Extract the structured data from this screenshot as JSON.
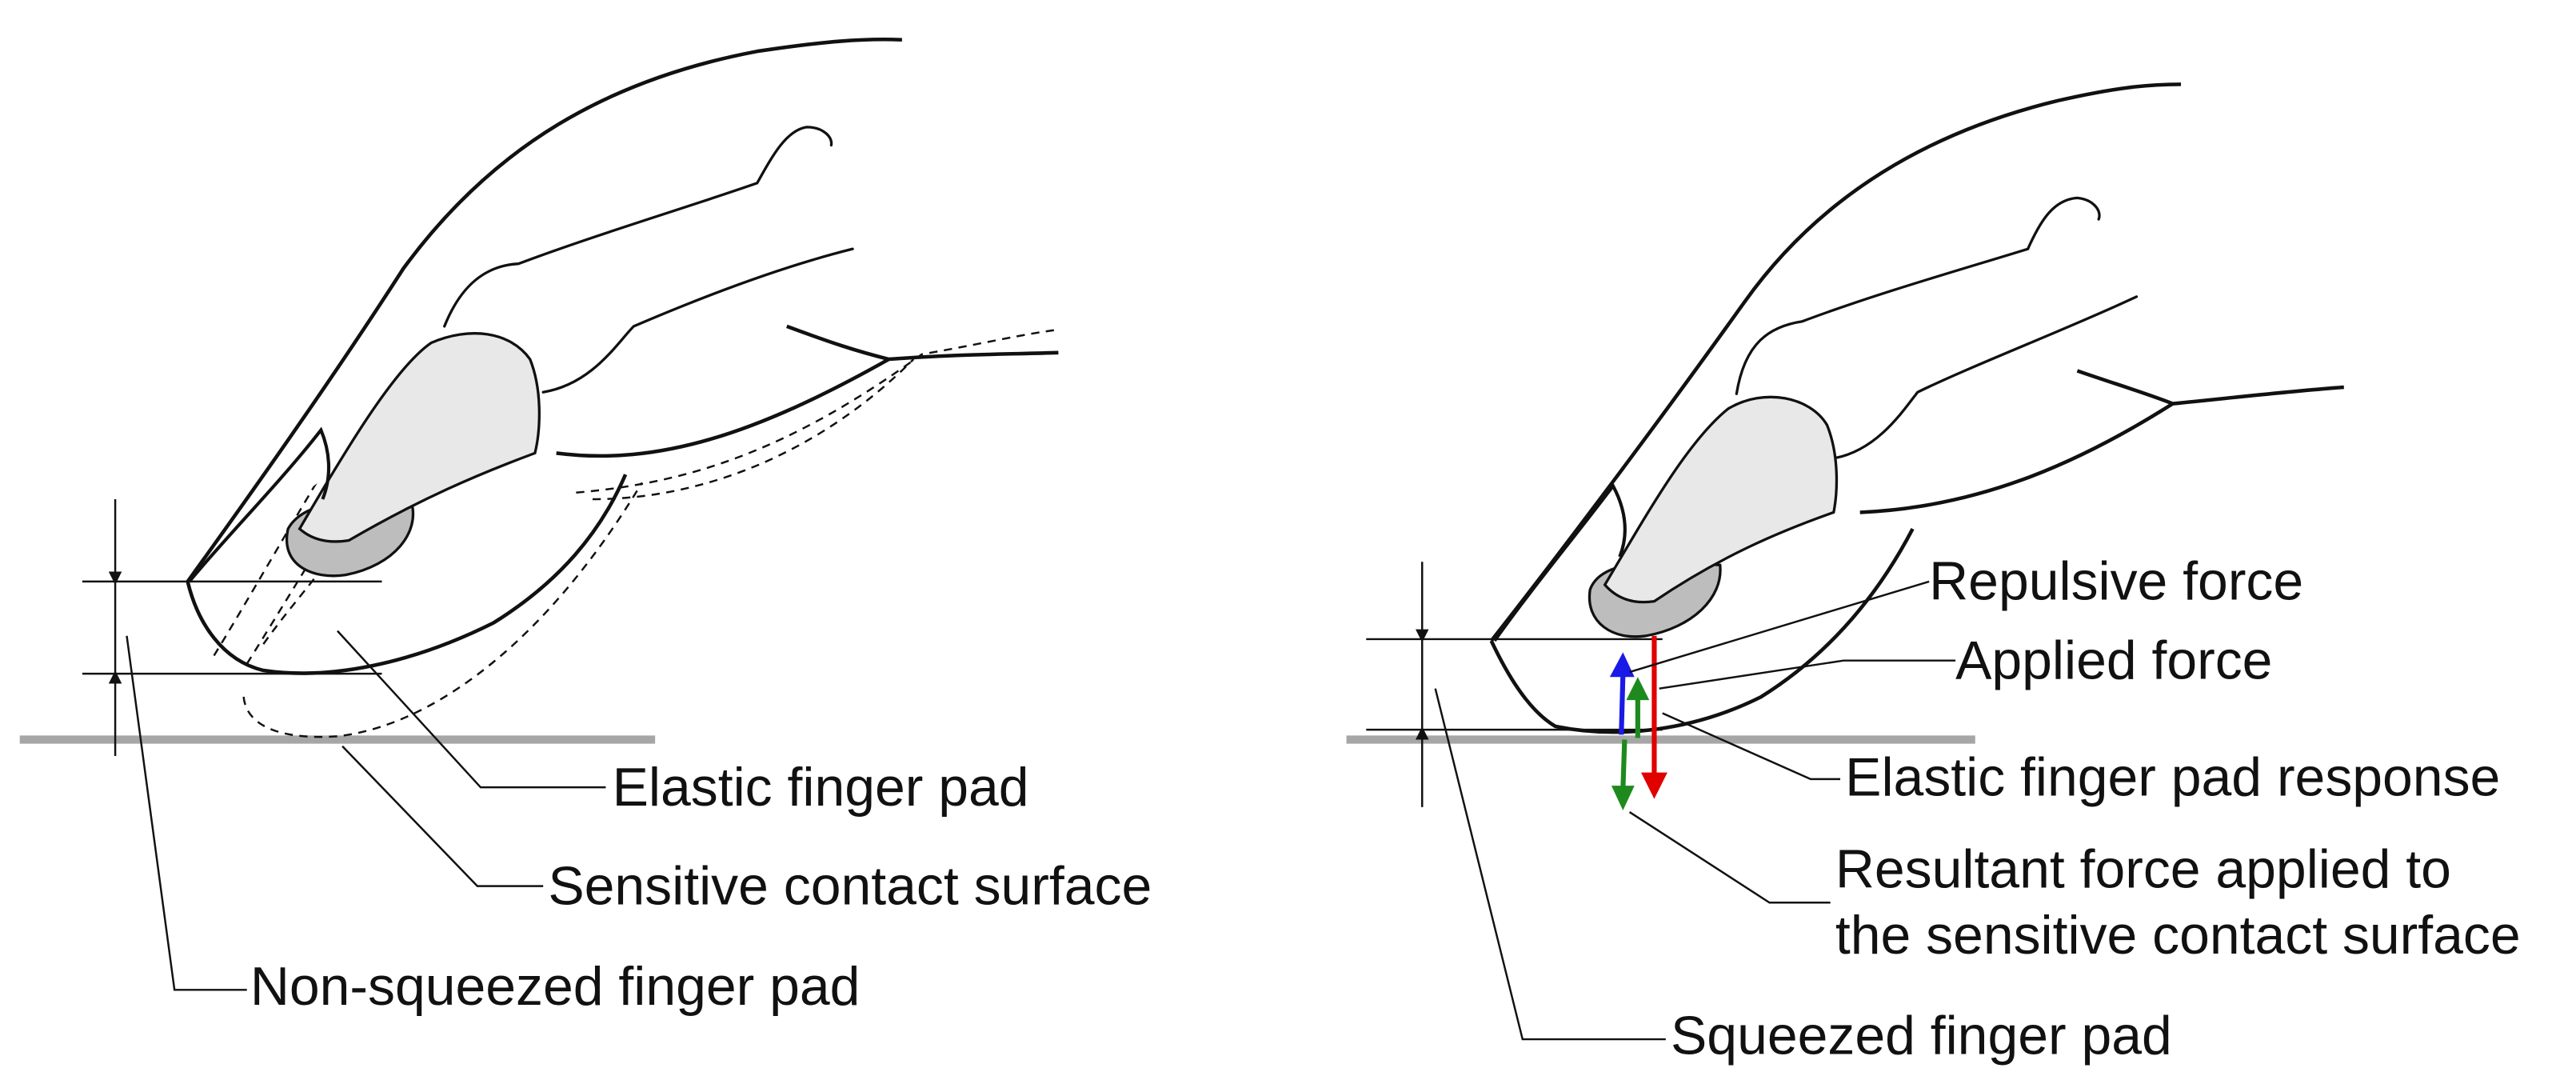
{
  "left_panel": {
    "labels": {
      "elastic_pad": "Elastic finger pad",
      "contact_surface": "Sensitive contact surface",
      "non_squeezed": "Non-squeezed finger pad"
    }
  },
  "right_panel": {
    "labels": {
      "repulsive": "Repulsive force",
      "applied": "Applied force",
      "response": "Elastic finger pad response",
      "resultant_line1": "Resultant force applied to",
      "resultant_line2": "the sensitive contact surface",
      "squeezed": "Squeezed finger pad"
    }
  },
  "colors": {
    "surface": "#a6a6a6",
    "applied_arrow": "#e00000",
    "repulsive_arrow": "#1a1ae6",
    "response_arrow": "#1e8a1e",
    "nail_light": "#e8e8e8",
    "nail_dark": "#bdbdbd"
  }
}
